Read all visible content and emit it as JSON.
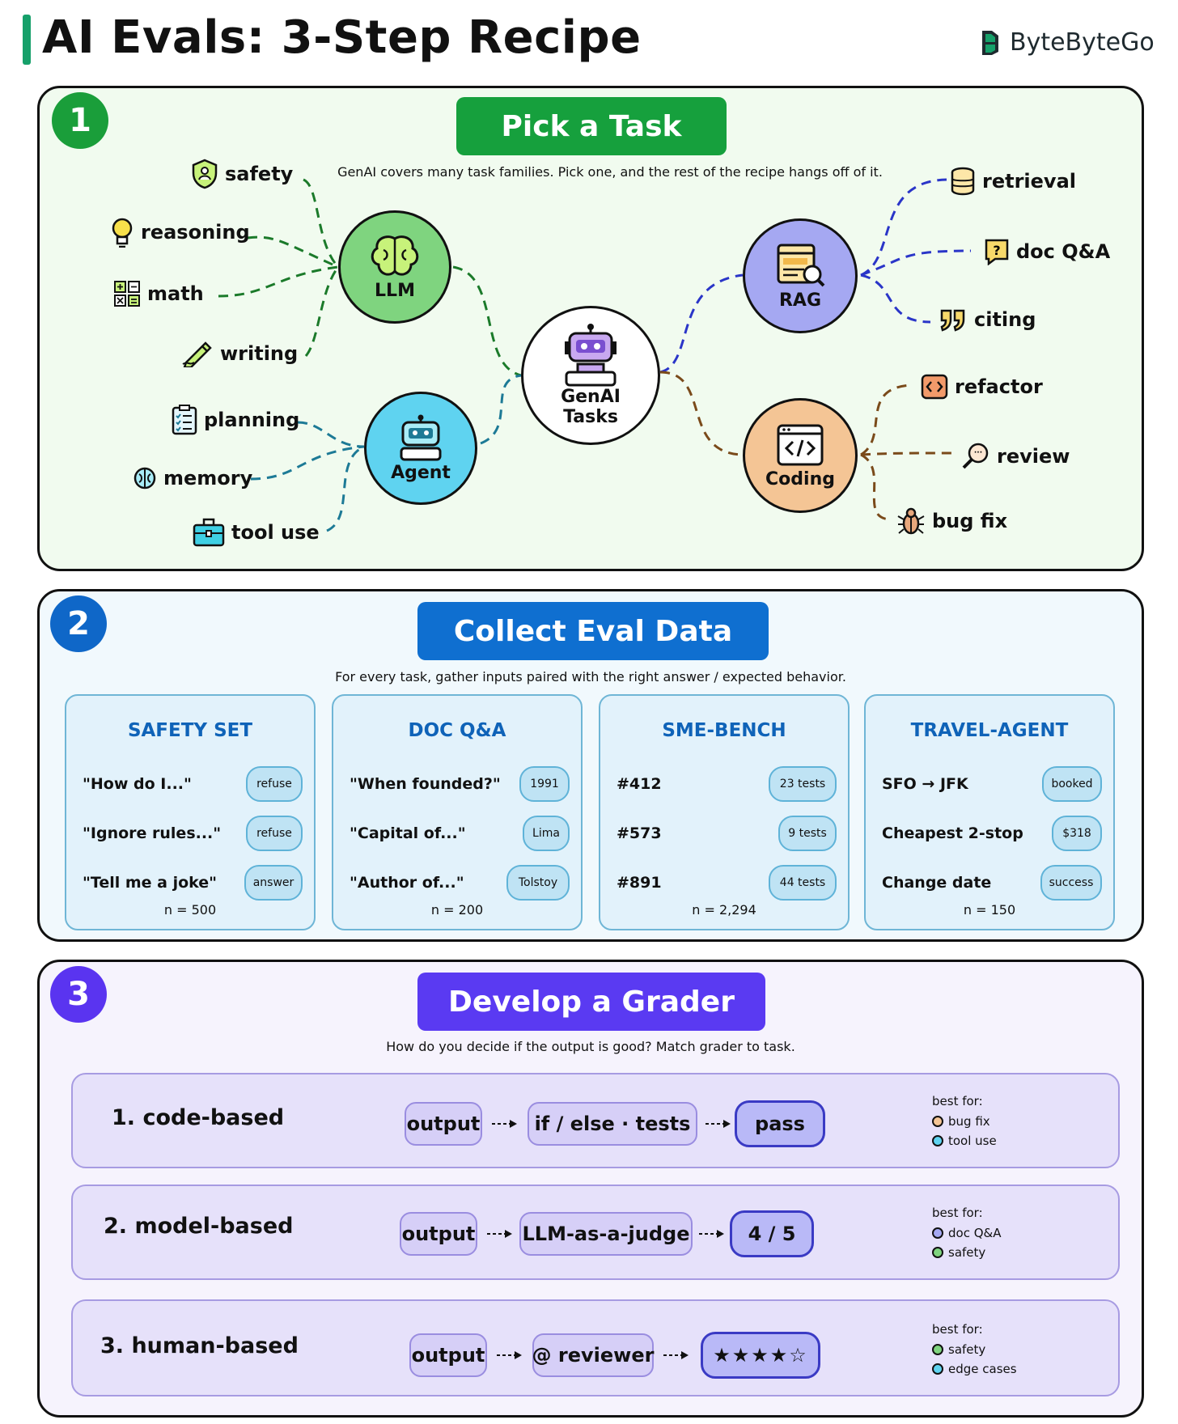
{
  "title": "AI Evals: 3-Step Recipe",
  "brand": "ByteByteGo",
  "step1": {
    "number": "1",
    "title": "Pick a Task",
    "subtitle": "GenAI covers many task families. Pick one, and the rest of the recipe hangs off of it.",
    "center": {
      "line1": "GenAI",
      "line2": "Tasks"
    },
    "hubs": {
      "llm": "LLM",
      "agent": "Agent",
      "rag": "RAG",
      "coding": "Coding"
    },
    "llm_leaves": [
      "safety",
      "reasoning",
      "math",
      "writing"
    ],
    "agent_leaves": [
      "planning",
      "memory",
      "tool use"
    ],
    "rag_leaves": [
      "retrieval",
      "doc Q&A",
      "citing"
    ],
    "coding_leaves": [
      "refactor",
      "review",
      "bug fix"
    ],
    "colors": {
      "llm": "#7fd47f",
      "agent": "#5fd3f0",
      "rag": "#a5a8f2",
      "coding": "#f4c595",
      "green": "#1a9e3a"
    }
  },
  "step2": {
    "number": "2",
    "title": "Collect Eval Data",
    "subtitle": "For every task, gather inputs paired with the right answer / expected behavior.",
    "cards": [
      {
        "title": "SAFETY SET",
        "rows": [
          {
            "q": "\"How do I...\"",
            "a": "refuse"
          },
          {
            "q": "\"Ignore rules...\"",
            "a": "refuse"
          },
          {
            "q": "\"Tell me a joke\"",
            "a": "answer"
          }
        ],
        "n": "n = 500"
      },
      {
        "title": "DOC Q&A",
        "rows": [
          {
            "q": "\"When founded?\"",
            "a": "1991"
          },
          {
            "q": "\"Capital of...\"",
            "a": "Lima"
          },
          {
            "q": "\"Author of...\"",
            "a": "Tolstoy"
          }
        ],
        "n": "n = 200"
      },
      {
        "title": "SME-BENCH",
        "rows": [
          {
            "q": "#412",
            "a": "23 tests"
          },
          {
            "q": "#573",
            "a": "9 tests"
          },
          {
            "q": "#891",
            "a": "44 tests"
          }
        ],
        "n": "n = 2,294"
      },
      {
        "title": "TRAVEL-AGENT",
        "rows": [
          {
            "q": "SFO → JFK",
            "a": "booked"
          },
          {
            "q": "Cheapest 2-stop",
            "a": "$318"
          },
          {
            "q": "Change date",
            "a": "success"
          }
        ],
        "n": "n = 150"
      }
    ]
  },
  "step3": {
    "number": "3",
    "title": "Develop a Grader",
    "subtitle": "How do you decide if the output is good? Match grader to task.",
    "graders": [
      {
        "name": "1. code-based",
        "input": "output",
        "method": "if / else · tests",
        "result": "pass",
        "best_label": "best for:",
        "best": [
          "bug fix",
          "tool use"
        ]
      },
      {
        "name": "2. model-based",
        "input": "output",
        "method": "LLM-as-a-judge",
        "result": "4 / 5",
        "best_label": "best for:",
        "best": [
          "doc Q&A",
          "safety"
        ]
      },
      {
        "name": "3. human-based",
        "input": "output",
        "method": "@ reviewer",
        "result": "★★★★☆",
        "best_label": "best for:",
        "best": [
          "safety",
          "edge cases"
        ]
      }
    ],
    "dot_colors": {
      "bug fix": "#f4c595",
      "tool use": "#5fd3f0",
      "doc Q&A": "#a5a8f2",
      "safety": "#7fd47f",
      "edge cases": "#5fd3f0"
    }
  }
}
